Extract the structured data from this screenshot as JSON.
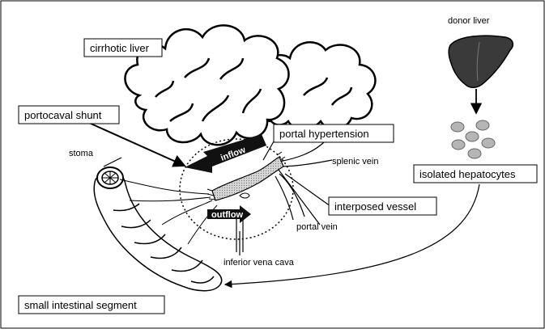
{
  "labels": {
    "cirrhotic_liver": "cirrhotic liver",
    "portocaval_shunt": "portocaval shunt",
    "portal_hypertension": "portal hypertension",
    "stoma": "stoma",
    "splenic_vein": "splenic vein",
    "isolated_hepatocytes": "isolated hepatocytes",
    "interposed_vessel": "interposed vessel",
    "portal_vein": "portal vein",
    "inferior_vena_cava": "inferior vena cava",
    "small_intestinal_segment": "small intestinal segment",
    "donor_liver": "donor liver",
    "inflow": "inflow",
    "outflow": "outflow"
  },
  "colors": {
    "outline": "#000000",
    "liver_fill": "#3a3a3a",
    "hepatocyte_fill": "#b5b5b5",
    "vessel_fill": "#c8c8c8",
    "flow_arrow": "#111111"
  }
}
